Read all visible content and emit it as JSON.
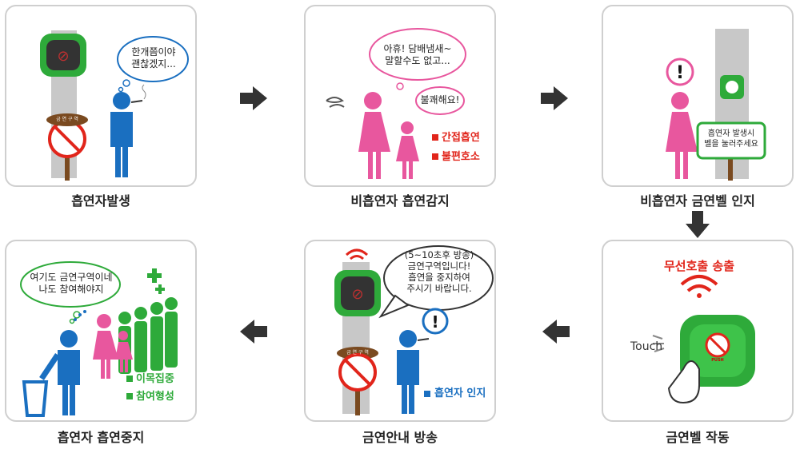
{
  "panels": [
    {
      "caption": "흡연자발생",
      "bubble": [
        "한개쯤이야",
        "괜찮겠지..."
      ],
      "sign_text": "금 연 구 역"
    },
    {
      "caption": "비흡연자 흡연감지",
      "bubble": [
        "아휴! 담배냄새~",
        "말할수도 없고..."
      ],
      "bubble2": "불쾌해요!",
      "tags": [
        "간접흡연",
        "불편호소"
      ]
    },
    {
      "caption": "비흡연자 금연벨 인지",
      "notice": [
        "흡연자 발생시",
        "벨을 눌러주세요"
      ]
    },
    {
      "caption": "금연벨 작동",
      "title": "무선호출 송출",
      "touch": "Touch",
      "button_label": "PUSH"
    },
    {
      "caption": "금연안내 방송",
      "bubble": [
        "(5~10초후 방송)",
        "금연구역입니다!",
        "흡연을 중지하여",
        "주시기 바랍니다."
      ],
      "tags": [
        "흡연자 인지"
      ],
      "sign_text": "금 연 구 역"
    },
    {
      "caption": "흡연자 흡연중지",
      "bubble": [
        "여기도 금연구역이네",
        "나도 참여해야지"
      ],
      "tags": [
        "이목집중",
        "참여형성"
      ]
    }
  ],
  "colors": {
    "pink": "#e8579e",
    "blue": "#1a6fc0",
    "green": "#2eaa3a",
    "red": "#e1251b",
    "dark": "#333333",
    "gray": "#c8c8c8"
  },
  "icons": [
    "right-arrow-icon",
    "down-arrow-icon",
    "left-arrow-icon",
    "wireless-signal-icon",
    "no-smoking-icon",
    "exclamation-icon",
    "hand-icon"
  ]
}
